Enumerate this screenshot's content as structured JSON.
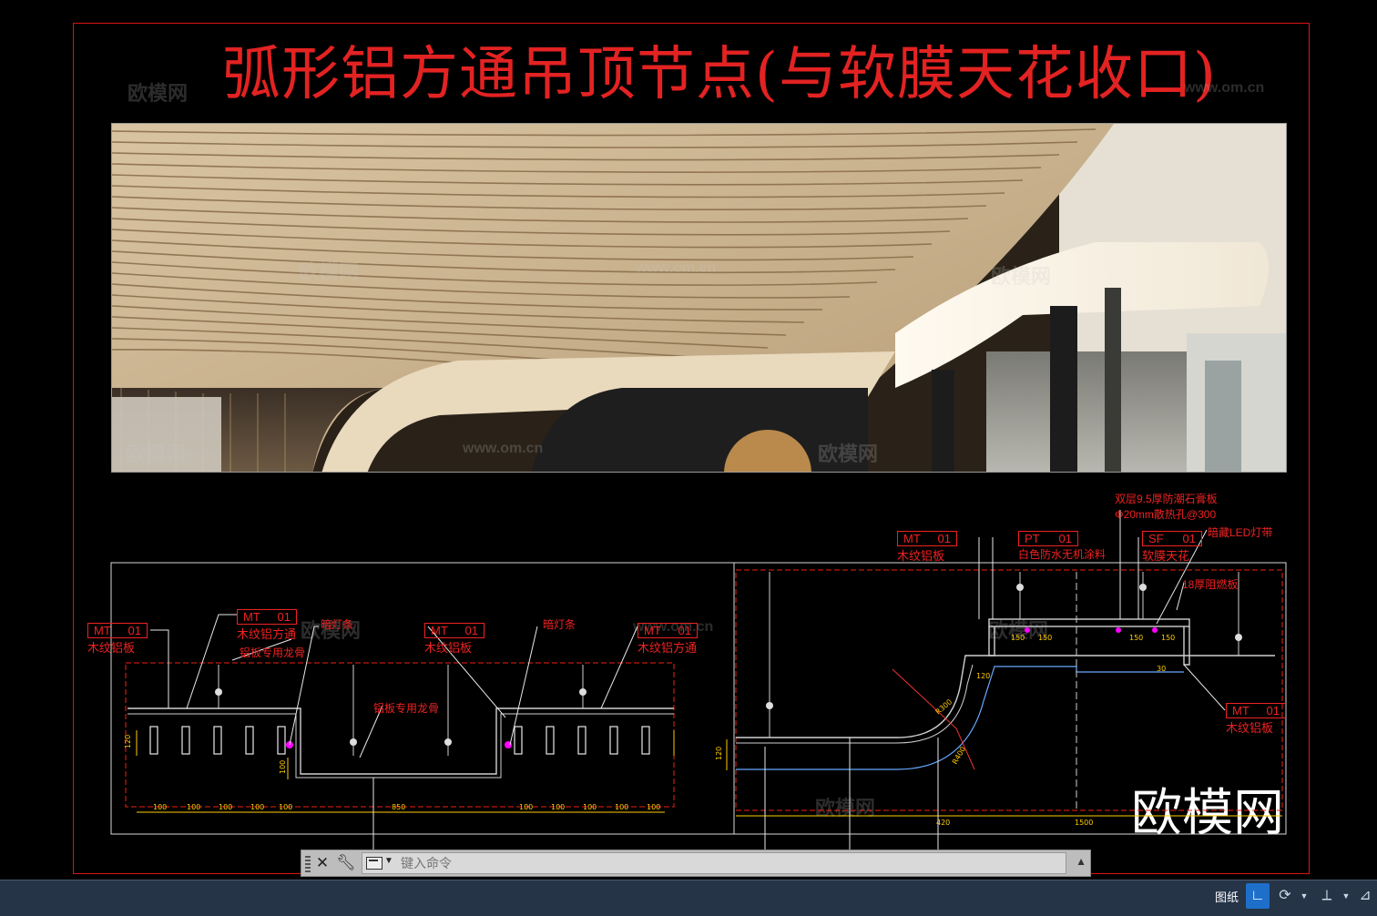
{
  "drawing": {
    "title": "弧形铝方通吊顶节点(与软膜天花收口)",
    "watermarks": [
      "欧模网",
      "www.om.cn"
    ],
    "watermark_big": "欧模网"
  },
  "annotations": {
    "left": [
      {
        "code": "MT",
        "num": "01",
        "text": "木纹铝板"
      },
      {
        "code": "MT",
        "num": "01",
        "text": "木纹铝方通"
      },
      {
        "code": "MT",
        "num": "01",
        "text": "木纹铝板"
      },
      {
        "code": "MT",
        "num": "01",
        "text": "木纹铝方通"
      }
    ],
    "left_notes": [
      "铝板专用龙骨",
      "暗灯条",
      "暗灯条",
      "铝板专用龙骨"
    ],
    "left_dims": [
      "100",
      "100",
      "100",
      "100",
      "100",
      "850",
      "100",
      "100",
      "100",
      "100",
      "100"
    ],
    "left_vdims": [
      "120",
      "100"
    ],
    "right": [
      {
        "code": "MT",
        "num": "01",
        "text": "木纹铝板"
      },
      {
        "code": "PT",
        "num": "01",
        "text": "白色防水无机涂料"
      },
      {
        "code": "SF",
        "num": "01",
        "text": "软膜天花"
      },
      {
        "code": "MT",
        "num": "01",
        "text": "木纹铝板"
      }
    ],
    "right_notes": [
      "双层9.5厚防潮石膏板",
      "Φ20mm散热孔@300",
      "暗藏LED灯带",
      "18厚阻燃板"
    ],
    "right_dims": [
      "420",
      "1500",
      "150",
      "150",
      "120",
      "150",
      "150",
      "30",
      "120"
    ],
    "radius": [
      "R300",
      "R400"
    ],
    "bottom": [
      {
        "code": "MT",
        "num": "01"
      },
      {
        "code": "MT",
        "num": "01"
      },
      {
        "code": "MT",
        "num": "01"
      }
    ]
  },
  "command_bar": {
    "placeholder": "键入命令",
    "close_icon": "close-icon",
    "settings_icon": "wrench-icon"
  },
  "status_bar": {
    "model_label": "图纸"
  }
}
